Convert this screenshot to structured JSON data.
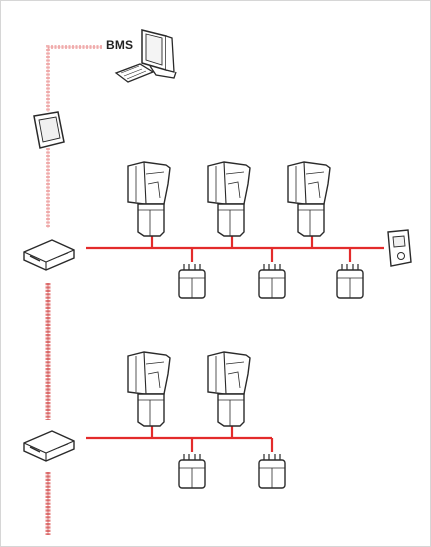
{
  "labels": {
    "bms": "BMS"
  },
  "colors": {
    "bus": "#e32b2b",
    "dashed_link": "#f2b6b6",
    "daisy_chain": "#e67c7c",
    "device_fill": "#ffffff",
    "device_stroke": "#2a2a2a"
  },
  "icons": {
    "bms_workstation": "computer-monitor-keyboard-icon",
    "touch_panel": "wall-touch-panel-icon",
    "controller": "network-controller-icon",
    "room_unit": "room-thermostat-icon",
    "damper": "duct-damper-actuator-icon",
    "valve": "valve-actuator-icon"
  },
  "networks": [
    {
      "name": "upper",
      "dampers": 3,
      "valves": 3,
      "room_unit": true
    },
    {
      "name": "lower",
      "dampers": 2,
      "valves": 2,
      "room_unit": false
    }
  ]
}
